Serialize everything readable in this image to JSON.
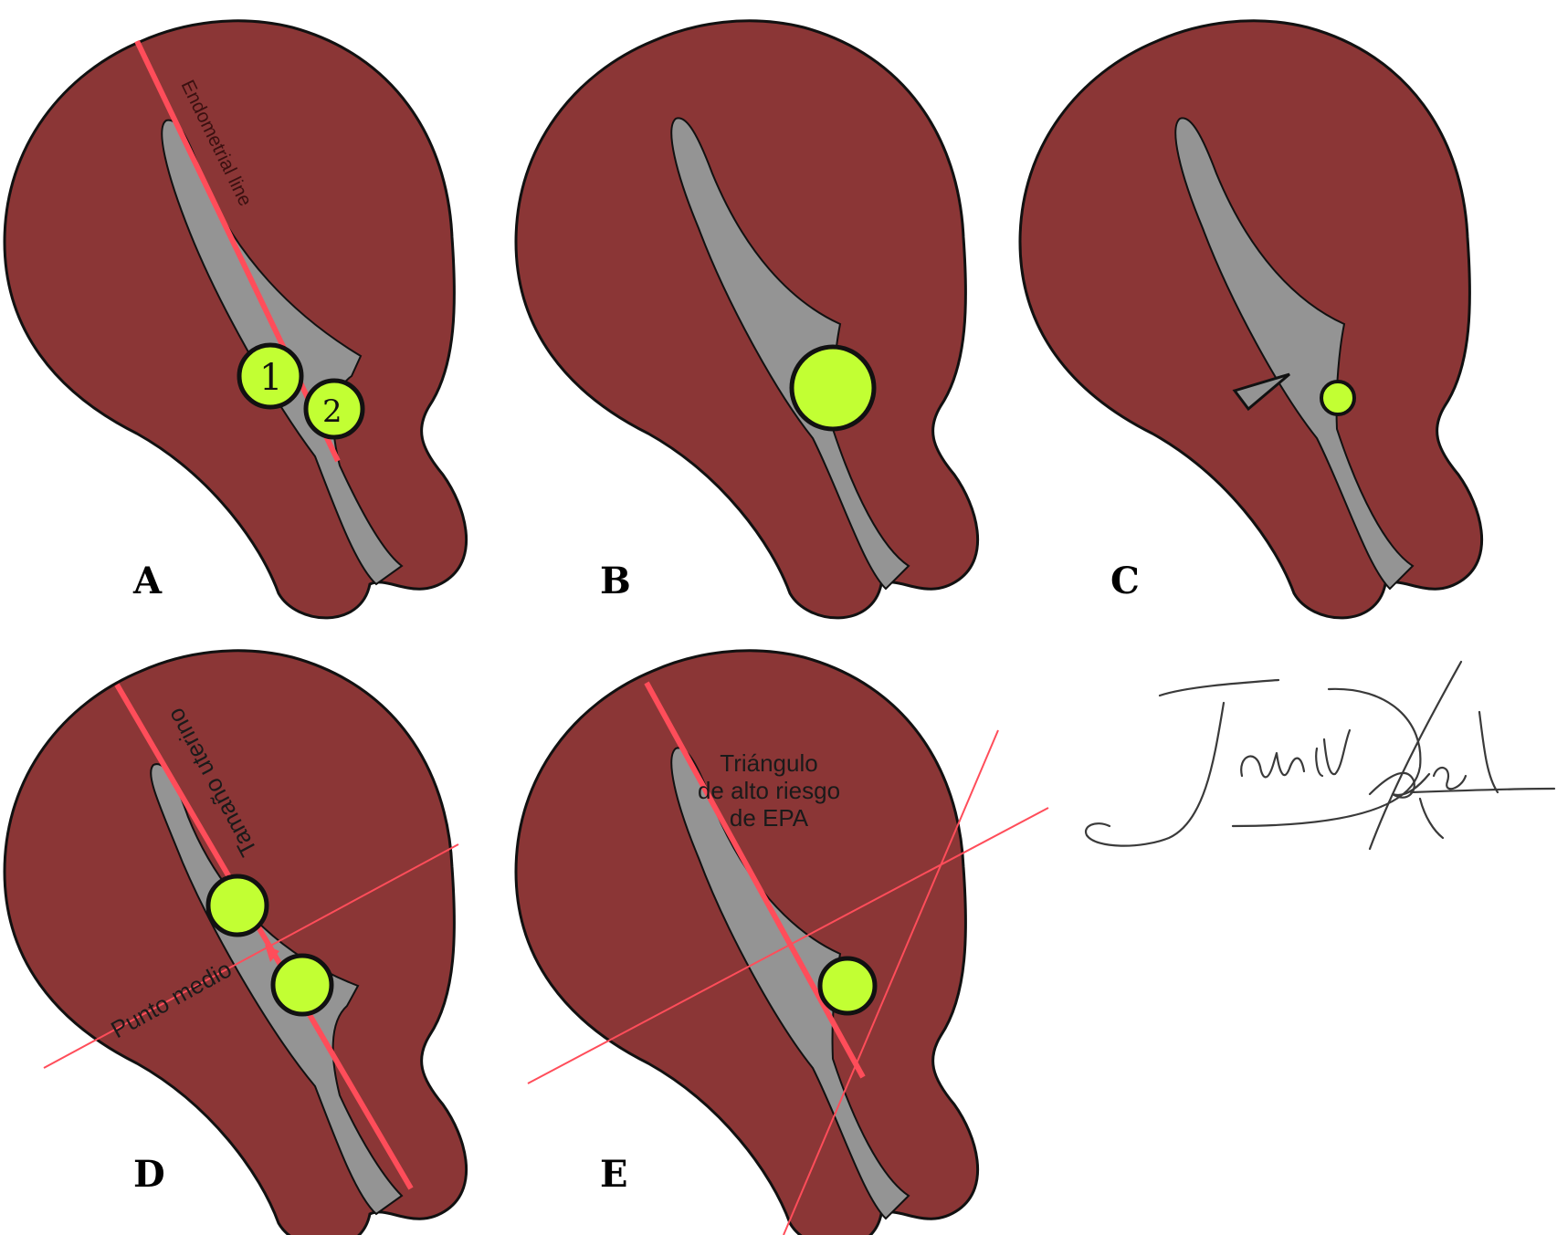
{
  "colors": {
    "uterus": "#8b3636",
    "cavity": "#949494",
    "sac": "#c2ff33",
    "line": "#ff4d5a",
    "outline": "#111111"
  },
  "panels": [
    {
      "letter": "A"
    },
    {
      "letter": "B"
    },
    {
      "letter": "C"
    },
    {
      "letter": "D"
    },
    {
      "letter": "E"
    }
  ],
  "annotations": {
    "endometrial_line": "Endometrial line",
    "sac1": "1",
    "sac2": "2",
    "tamano_uterino": "Tamaño uterino",
    "punto_medio": "Punto medio",
    "triangulo": [
      "Triángulo",
      "de alto riesgo",
      "de EPA"
    ]
  },
  "signature": "Jamil Daad"
}
